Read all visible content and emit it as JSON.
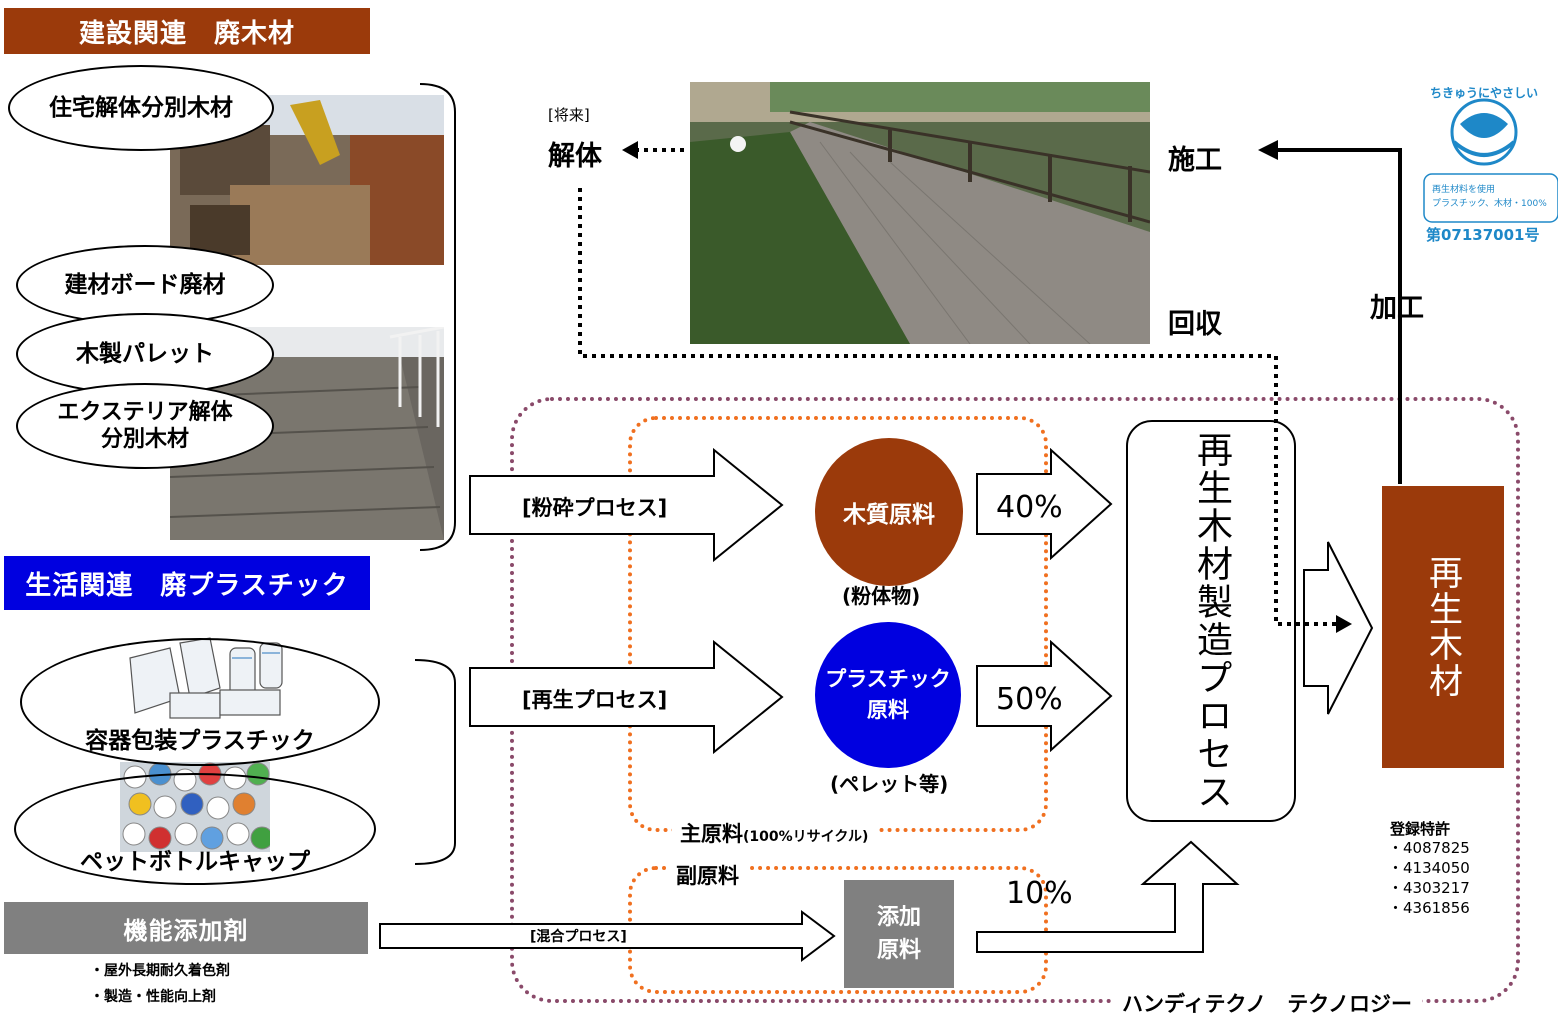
{
  "headers": {
    "construction": "建設関連　廃木材",
    "household": "生活関連　廃プラスチック",
    "additive": "機能添加剤"
  },
  "construction_sources": [
    "住宅解体分別木材",
    "建材ボード廃材",
    "木製パレット",
    "エクステリア解体\n分別木材"
  ],
  "plastic_sources": [
    "容器包装プラスチック",
    "ペットボトルキャップ"
  ],
  "additive_notes": [
    "・屋外長期耐久着色剤",
    "・製造・性能向上剤"
  ],
  "processes": {
    "crush": "[粉砕プロセス]",
    "recycle": "[再生プロセス]",
    "mix": "[混合プロセス]"
  },
  "materials": {
    "wood": "木質原料",
    "wood_sub": "(粉体物)",
    "plastic": "プラスチック\n原料",
    "plastic_sub": "(ペレット等)",
    "additive": "添加\n原料"
  },
  "percentages": {
    "wood": "40%",
    "plastic": "50%",
    "additive": "10%"
  },
  "group_labels": {
    "main": "主原料",
    "main_note": "(100%リサイクル)",
    "sub": "副原料"
  },
  "process_box": "再生木材製造プロセス",
  "product_box": "再生木材",
  "cycle_labels": {
    "future_tag": "[将来]",
    "demolish": "解体",
    "construct": "施工",
    "collect": "回収",
    "process": "加工"
  },
  "patents": {
    "title": "登録特許",
    "numbers": [
      "・4087825",
      "・4134050",
      "・4303217",
      "・4361856"
    ]
  },
  "eco_mark": {
    "arc_text": "ちきゅうにやさしい",
    "line1": "再生材料を使用",
    "line2": "プラスチック、木材・100%",
    "number": "第07137001号"
  },
  "company": "ハンディテクノ　テクノロジー",
  "colors": {
    "brown": "#9b3a0b",
    "blue": "#0000e0",
    "gray": "#808080",
    "orange_dotted": "#f07020",
    "purple_dotted": "#8a4a6a",
    "eco_blue": "#1e88c8"
  }
}
